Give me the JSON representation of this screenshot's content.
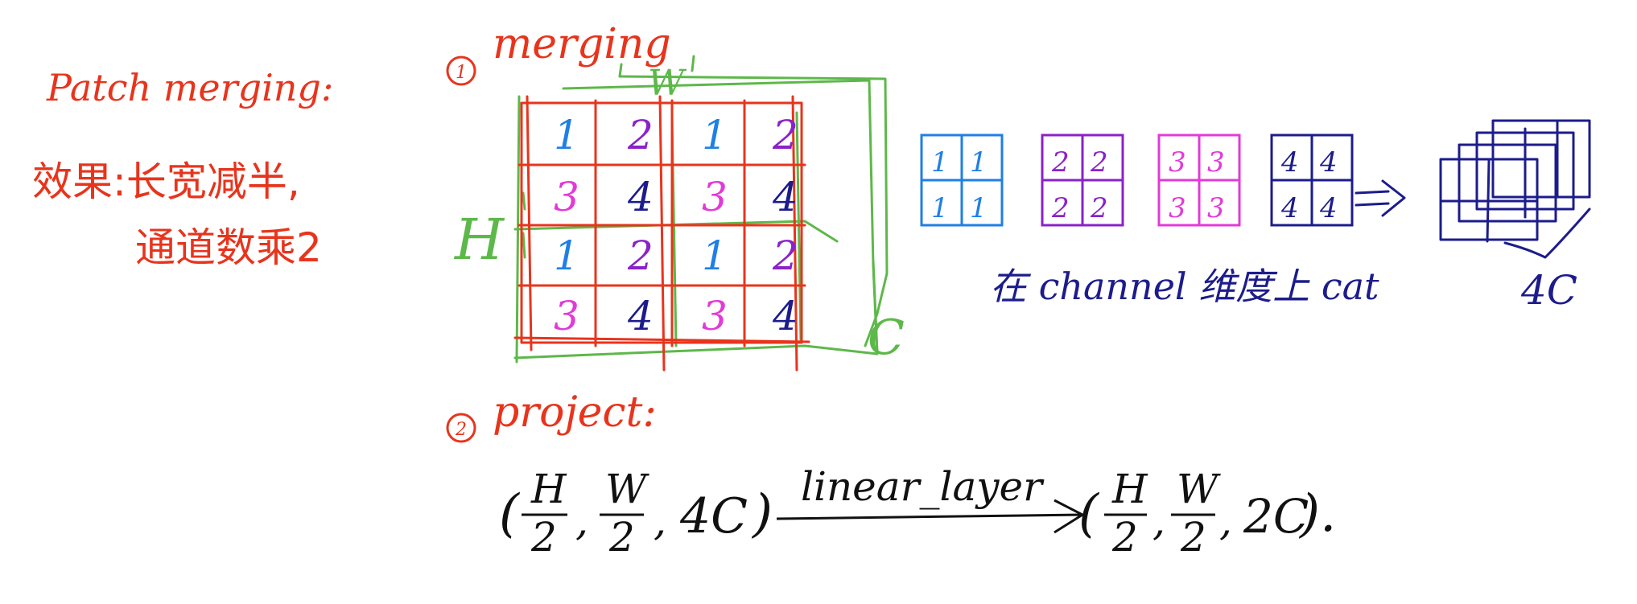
{
  "colors": {
    "red": "#e8341c",
    "green": "#5db84a",
    "blue": "#1f7fe6",
    "purple": "#8a22c8",
    "magenta": "#e23ad8",
    "navy": "#1c1c8c",
    "black": "#111111"
  },
  "title": {
    "text": "Patch merging:"
  },
  "effect": {
    "line1": "效果:长宽减半,",
    "line2": "通道数乘2"
  },
  "step1": {
    "number": "①",
    "label": "merging"
  },
  "step2": {
    "number": "②",
    "label": "project:"
  },
  "grid": {
    "width_label": "W",
    "height_label": "H",
    "channel_label": "C",
    "cells": [
      [
        "1",
        "2",
        "1",
        "2"
      ],
      [
        "3",
        "4",
        "3",
        "4"
      ],
      [
        "1",
        "2",
        "1",
        "2"
      ],
      [
        "3",
        "4",
        "3",
        "4"
      ]
    ]
  },
  "channel_blocks": [
    {
      "id": "blue",
      "cells": [
        "1",
        "1",
        "1",
        "1"
      ]
    },
    {
      "id": "purple",
      "cells": [
        "2",
        "2",
        "2",
        "2"
      ]
    },
    {
      "id": "magenta",
      "cells": [
        "3",
        "3",
        "3",
        "3"
      ]
    },
    {
      "id": "navy",
      "cells": [
        "4",
        "4",
        "4",
        "4"
      ]
    }
  ],
  "arrow_symbol": "=>",
  "cat_note": "在 channel 维度上 cat",
  "result_label": "4C",
  "projection": {
    "input_h_num": "H",
    "input_h_den": "2",
    "input_w_num": "W",
    "input_w_den": "2",
    "input_c": "4C",
    "layer_label": "linear_layer",
    "output_h_num": "H",
    "output_h_den": "2",
    "output_w_num": "W",
    "output_w_den": "2",
    "output_c": "2C"
  }
}
